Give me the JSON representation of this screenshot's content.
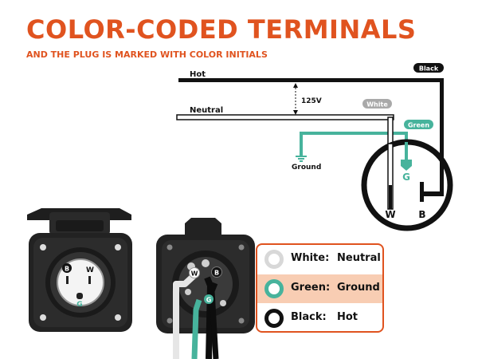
{
  "title": "COLOR-CODED TERMINALS",
  "subtitle": "AND THE PLUG IS MARKED WITH COLOR INITIALS",
  "schematic": {
    "hot_label": "Hot",
    "neutral_label": "Neutral",
    "voltage_label": "125V",
    "ground_label": "Ground",
    "black_tag": "Black",
    "white_tag": "White",
    "green_tag": "Green",
    "terminal_w": "W",
    "terminal_g": "G",
    "terminal_b": "B"
  },
  "inlet_front": {
    "label_b": "B",
    "label_w": "W",
    "label_g": "G"
  },
  "inlet_back": {
    "label_w": "W",
    "label_b": "B",
    "label_g": "G"
  },
  "legend": [
    {
      "color": "White:",
      "role": "Neutral",
      "swatch": "#d8d8d8",
      "highlight": false
    },
    {
      "color": "Green:",
      "role": "Ground",
      "swatch": "#47b39c",
      "highlight": true
    },
    {
      "color": "Black:",
      "role": "Hot",
      "swatch": "#111111",
      "highlight": false
    }
  ],
  "colors": {
    "title": "#e0531f",
    "green_wire": "#47b39c",
    "white_tag_bg": "#a9a9a9",
    "black_tag_bg": "#111111",
    "legend_highlight": "#f8cdb3"
  }
}
